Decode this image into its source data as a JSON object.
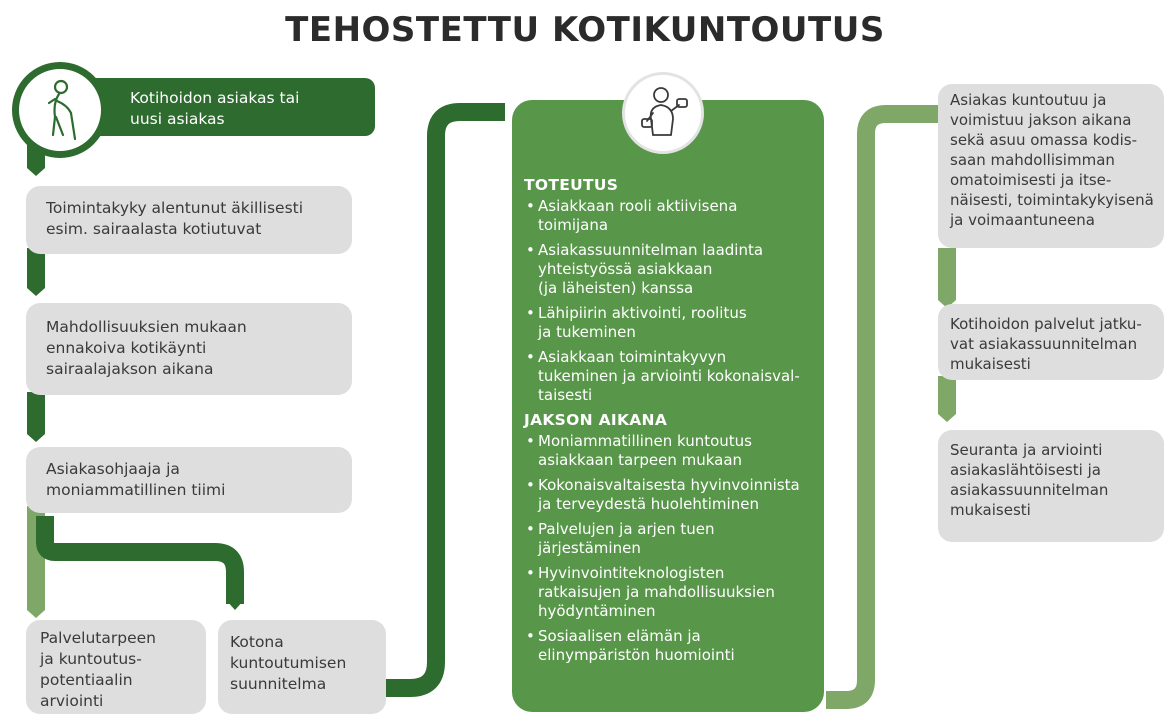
{
  "title": "TEHOSTETTU KOTIKUNTOUTUS",
  "icons": {
    "elder": "elderly-person-icon",
    "exercise": "dumbbell-exercise-icon"
  },
  "colors": {
    "dark_green": "#2e6b2f",
    "mid_green": "#58964a",
    "light_green": "#7fa768",
    "box_grey": "#dedede"
  },
  "left": {
    "start": "Kotihoidon asiakas tai\nuusi asiakas",
    "box1": "Toimintakyky alentunut äkillisesti\nesim. sairaalasta kotiutuvat",
    "box2": "Mahdollisuuksien mukaan\nennakoiva kotikäynti\nsairaalajakson aikana",
    "box3": "Asiakasohjaaja ja\nmoniammatillinen tiimi",
    "box4": "Palvelutarpeen\nja kuntoutus-\npotentiaalin\narviointi",
    "box5": "Kotona\nkuntoutumisen\nsuunnitelma"
  },
  "center": {
    "heading1": "TOTEUTUS",
    "items1": [
      "Asiakkaan rooli aktiivisena\ntoimijana",
      "Asiakassuunnitelman laadinta\nyhteistyössä asiakkaan\n(ja läheisten) kanssa",
      "Lähipiirin aktivointi, roolitus\nja tukeminen",
      "Asiakkaan toimintakyvyn\ntukeminen ja arviointi kokonaisval-\ntaisesti"
    ],
    "heading2": "JAKSON AIKANA",
    "items2": [
      "Moniammatillinen kuntoutus\nasiakkaan tarpeen mukaan",
      "Kokonaisvaltaisesta hyvinvoinnista\nja terveydestä huolehtiminen",
      "Palvelujen ja arjen tuen\njärjestäminen",
      "Hyvinvointiteknologisten\nratkaisujen ja mahdollisuuksien\nhyödyntäminen",
      "Sosiaalisen elämän ja\nelinympäristön huomiointi"
    ],
    "bullet": "•"
  },
  "right": {
    "box1": "Asiakas kuntoutuu ja\nvoimistuu jakson aikana\nsekä asuu omassa kodis-\nsaan mahdollisimman\nomatoimisesti ja itse-\nnäisesti, toimintakykyisenä\nja voimaantuneena",
    "box2": "Kotihoidon palvelut jatku-\nvat asiakassuunnitelman\nmukaisesti",
    "box3": "Seuranta ja arviointi\nasiakaslähtöisesti ja\nasiakassuunnitelman\nmukaisesti"
  }
}
